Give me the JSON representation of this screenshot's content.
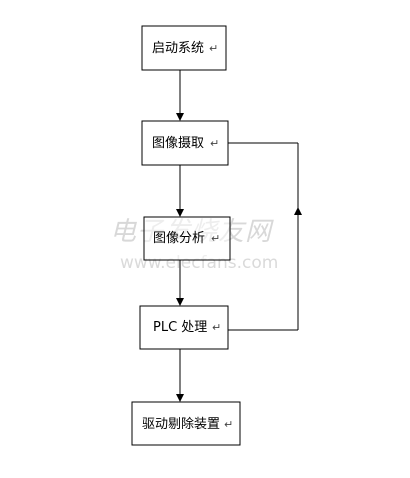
{
  "nodes": [
    {
      "id": "start",
      "label": "启动系统",
      "mark": "↵"
    },
    {
      "id": "capture",
      "label": "图像摄取",
      "mark": "↵"
    },
    {
      "id": "analysis",
      "label": "图像分析",
      "mark": "↵"
    },
    {
      "id": "plc",
      "label": "PLC 处理",
      "mark": "↵"
    },
    {
      "id": "reject",
      "label": "驱动剔除装置",
      "mark": "↵"
    }
  ],
  "watermark": {
    "cn": "电子发烧友网",
    "url": "www.elecfans.com"
  }
}
